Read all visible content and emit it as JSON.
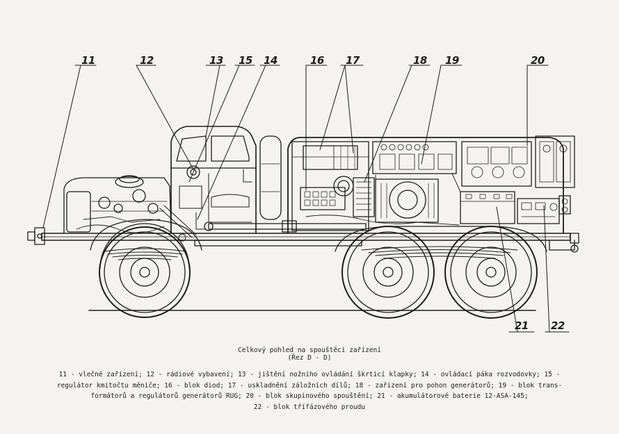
{
  "callouts": [
    {
      "n": "11"
    },
    {
      "n": "12"
    },
    {
      "n": "13"
    },
    {
      "n": "15"
    },
    {
      "n": "14"
    },
    {
      "n": "16"
    },
    {
      "n": "17"
    },
    {
      "n": "18"
    },
    {
      "n": "19"
    },
    {
      "n": "20"
    },
    {
      "n": "21"
    },
    {
      "n": "22"
    }
  ],
  "caption": {
    "title": "Celkový pohled na spouštěcí zařízení",
    "subtitle": "(Řez D - D)"
  },
  "legend": {
    "lines": [
      "11 - vlečné zařízení; 12 - rádiové vybavení; 13 - jištění nožního ovládání škrticí klapky; 14 - ovládací páka rozvodovky; 15 -",
      "regulátor kmitočtu měniče; 16 - blok diod; 17 - uskladnění záložních dílů; 18 - zařízení pro pohon generátorů; 19 - blok trans-",
      "formátorů a regulátorů generátorů RUG; 20 - blok skupinového spouštění; 21 - akumulátorové baterie 12-ASA-145;",
      "22 - blok třífázového proudu"
    ]
  }
}
